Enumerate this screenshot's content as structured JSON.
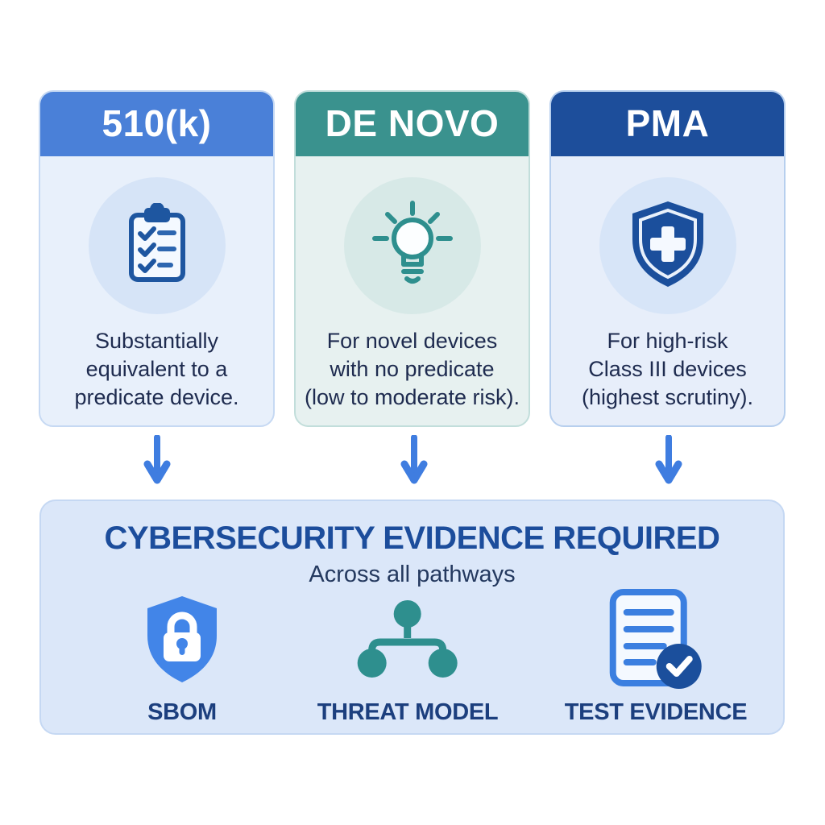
{
  "colors": {
    "background": "#ffffff",
    "blue_header": "#4a80d8",
    "teal_header": "#3a928e",
    "navy_header": "#1d4e9b",
    "card_blue_body": "#e8f0fb",
    "card_teal_body": "#e7f1f0",
    "arrow_blue": "#3f7de0",
    "panel_bg": "#dbe7f9",
    "title_blue": "#1c4d9c",
    "text_navy": "#1e2b4f",
    "label_navy": "#1c3f7e",
    "sbom_shield_blue": "#4285e8",
    "threat_model_teal": "#2e8f8e",
    "evidence_doc_blue": "#3b7fe0",
    "evidence_check_navy": "#1b4f9c"
  },
  "pathways": [
    {
      "title": "510(k)",
      "description": "Substantially\nequivalent to a\npredicate device.",
      "icon": "clipboard-checklist-icon"
    },
    {
      "title": "DE NOVO",
      "description": "For novel devices\nwith no predicate\n(low to moderate risk).",
      "icon": "lightbulb-icon"
    },
    {
      "title": "PMA",
      "description": "For high-risk\nClass III devices\n(highest scrutiny).",
      "icon": "shield-medical-cross-icon"
    }
  ],
  "evidence_panel": {
    "title": "CYBERSECURITY EVIDENCE REQUIRED",
    "subtitle": "Across all pathways",
    "items": [
      {
        "label": "SBOM",
        "icon": "shield-lock-icon"
      },
      {
        "label": "THREAT MODEL",
        "icon": "threat-model-nodes-icon"
      },
      {
        "label": "TEST EVIDENCE",
        "icon": "document-checkmark-icon"
      }
    ]
  }
}
